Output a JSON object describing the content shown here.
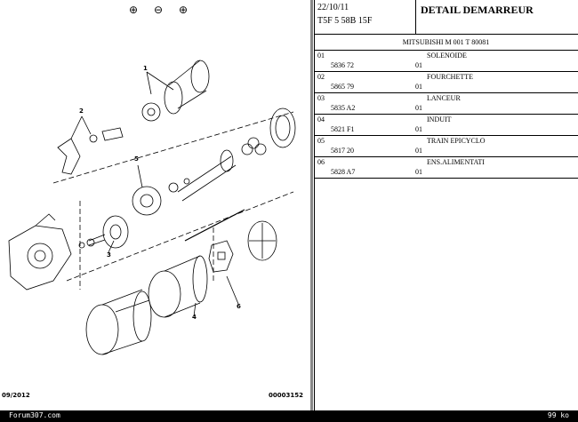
{
  "toolbar": {
    "zoom_in_icon": "zoom-in-icon",
    "zoom_out_icon": "zoom-out-icon",
    "zoom_fit_icon": "zoom-fit-icon"
  },
  "drawing": {
    "callouts": [
      "1",
      "2",
      "3",
      "4",
      "5",
      "6"
    ],
    "footer_left": "09/2012",
    "footer_right": "00003152"
  },
  "header": {
    "date": "22/10/11",
    "vehicle_code": "T5F 5 58B 15F",
    "title": "DETAIL DEMARREUR"
  },
  "model": "MITSUBISHI M 001 T 80081",
  "parts": [
    {
      "num": "01",
      "desc": "SOLENOIDE",
      "ref": "5836 72",
      "qty": "01"
    },
    {
      "num": "02",
      "desc": "FOURCHETTE",
      "ref": "5865 79",
      "qty": "01"
    },
    {
      "num": "03",
      "desc": "LANCEUR",
      "ref": "5835 A2",
      "qty": "01"
    },
    {
      "num": "04",
      "desc": "INDUIT",
      "ref": "5821 F1",
      "qty": "01"
    },
    {
      "num": "05",
      "desc": "TRAIN EPICYCLO",
      "ref": "5817 20",
      "qty": "01"
    },
    {
      "num": "06",
      "desc": "ENS.ALIMENTATI",
      "ref": "5828 A7",
      "qty": "01"
    }
  ],
  "status": {
    "left": "Forum307.com",
    "right": "99 ko"
  }
}
